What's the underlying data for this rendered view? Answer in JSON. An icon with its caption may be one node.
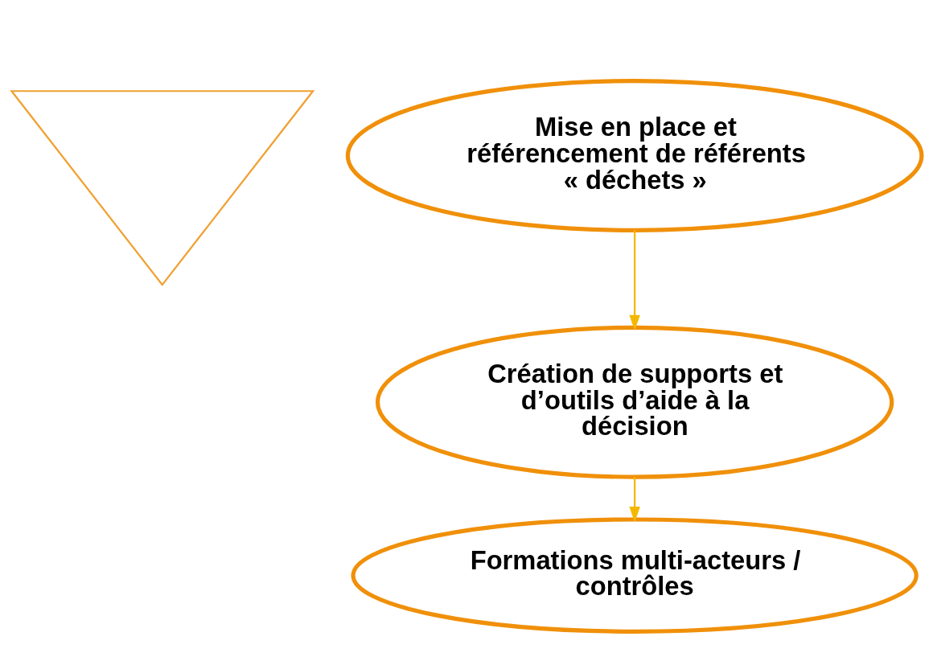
{
  "diagram": {
    "nodes": [
      {
        "text": [],
        "shape": "triangle"
      },
      {
        "text": [
          "Mise en place et référencement de référents « déchets »"
        ]
      },
      {
        "text": [
          "Création de supports et d’outils d’aide à la décision"
        ]
      },
      {
        "text": [
          "Formations multi-acteurs / contrôles"
        ]
      }
    ],
    "edges": [
      {
        "from": 1,
        "to": 2,
        "arrow": "to"
      },
      {
        "from": 2,
        "to": 3,
        "arrow": "to"
      }
    ]
  }
}
